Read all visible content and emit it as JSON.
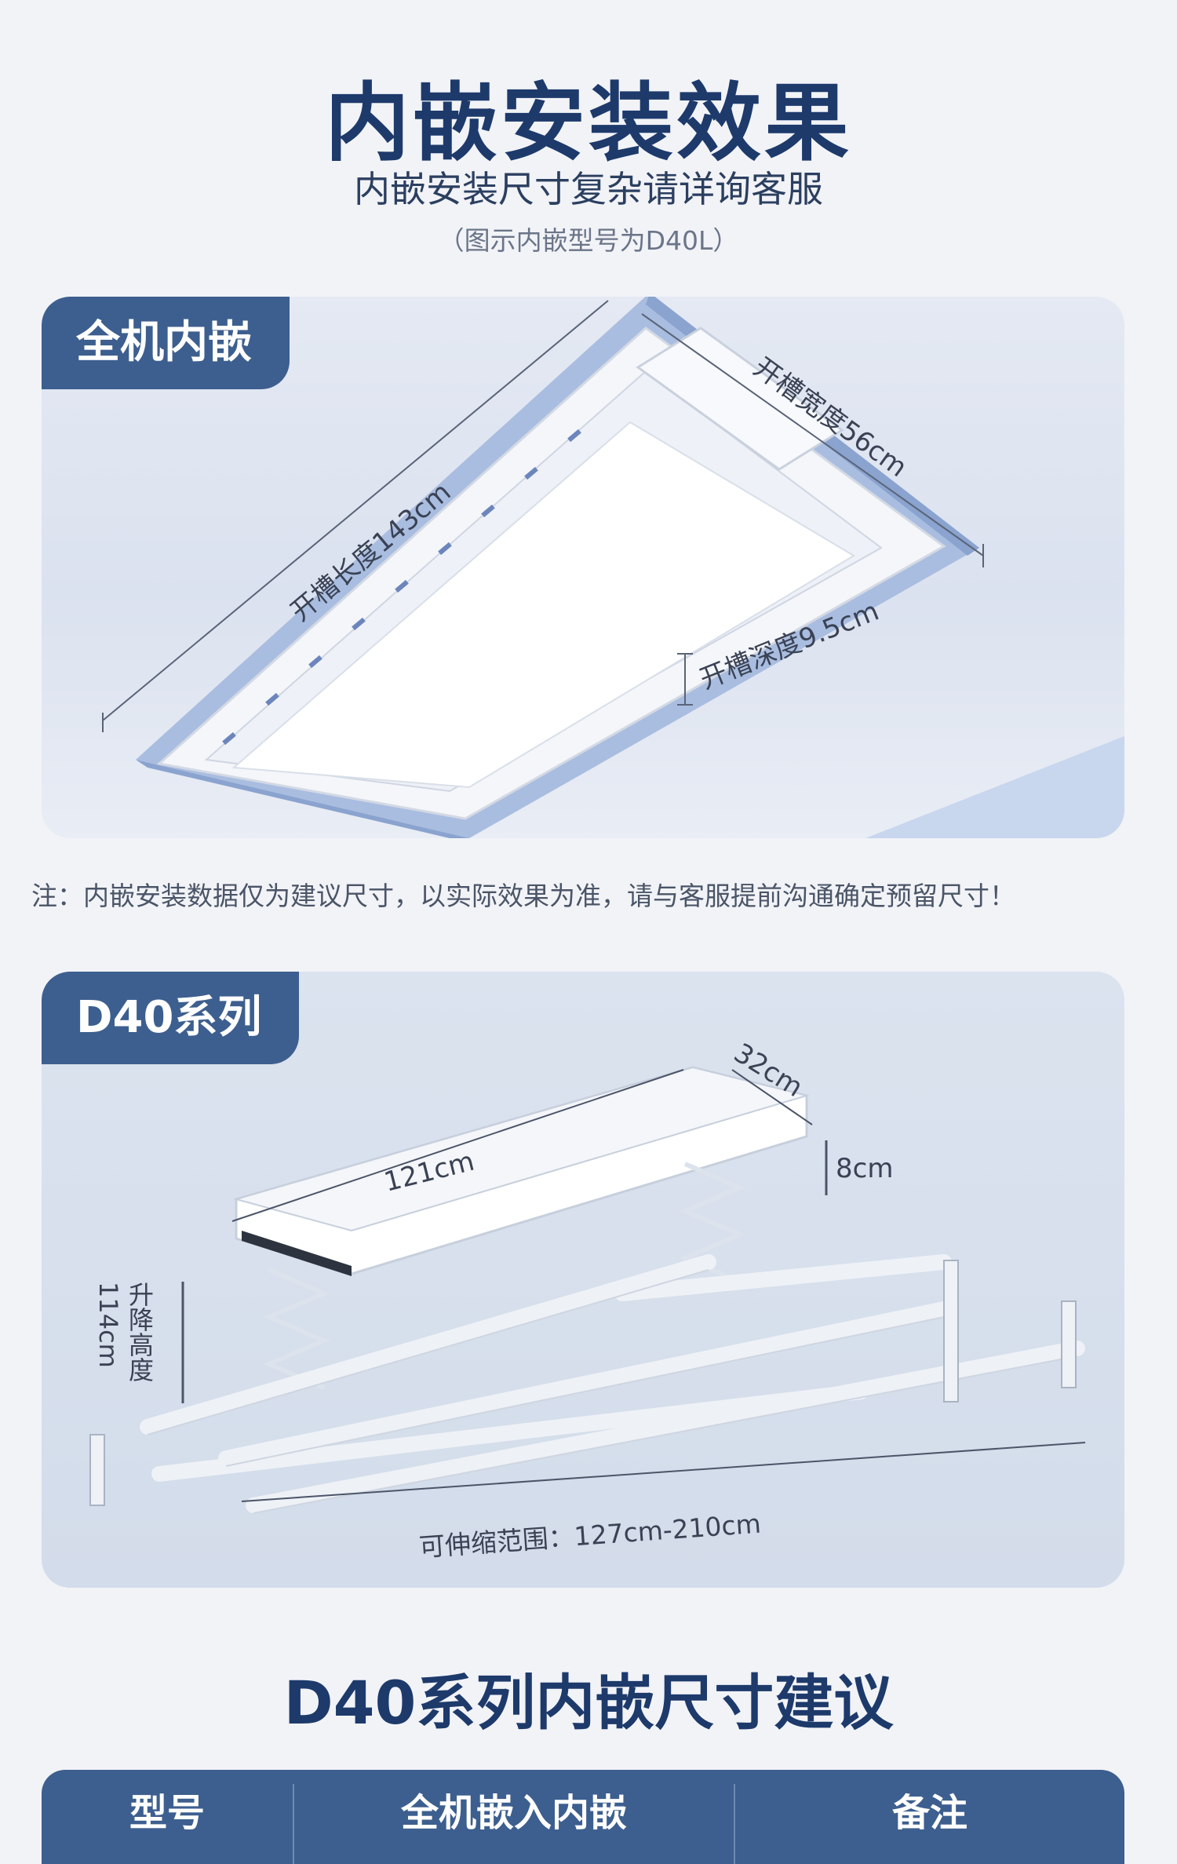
{
  "header": {
    "title": "内嵌安装效果",
    "subtitle": "内嵌安装尺寸复杂请详询客服",
    "model_hint": "（图示内嵌型号为D40L）"
  },
  "embed_card": {
    "tag": "全机内嵌",
    "length_label": "开槽长度143cm",
    "width_label": "开槽宽度56cm",
    "depth_label": "开槽深度9.5cm"
  },
  "note": "注：内嵌安装数据仅为建议尺寸，以实际效果为准，请与客服提前沟通确定预留尺寸！",
  "d40_card": {
    "tag": "D40系列",
    "length_label": "121cm",
    "width_label": "32cm",
    "height_label": "8cm",
    "lift_label_line1": "升降高度",
    "lift_label_line2": "114cm",
    "extend_label": "可伸缩范围：127cm-210cm"
  },
  "section_title": "D40系列内嵌尺寸建议",
  "table": {
    "columns": [
      "型号",
      "全机嵌入内嵌",
      "备注"
    ]
  },
  "colors": {
    "primary": "#1d3a6b",
    "tag_bg": "#3d5f8f",
    "card_bg": "#dbe2ef"
  }
}
